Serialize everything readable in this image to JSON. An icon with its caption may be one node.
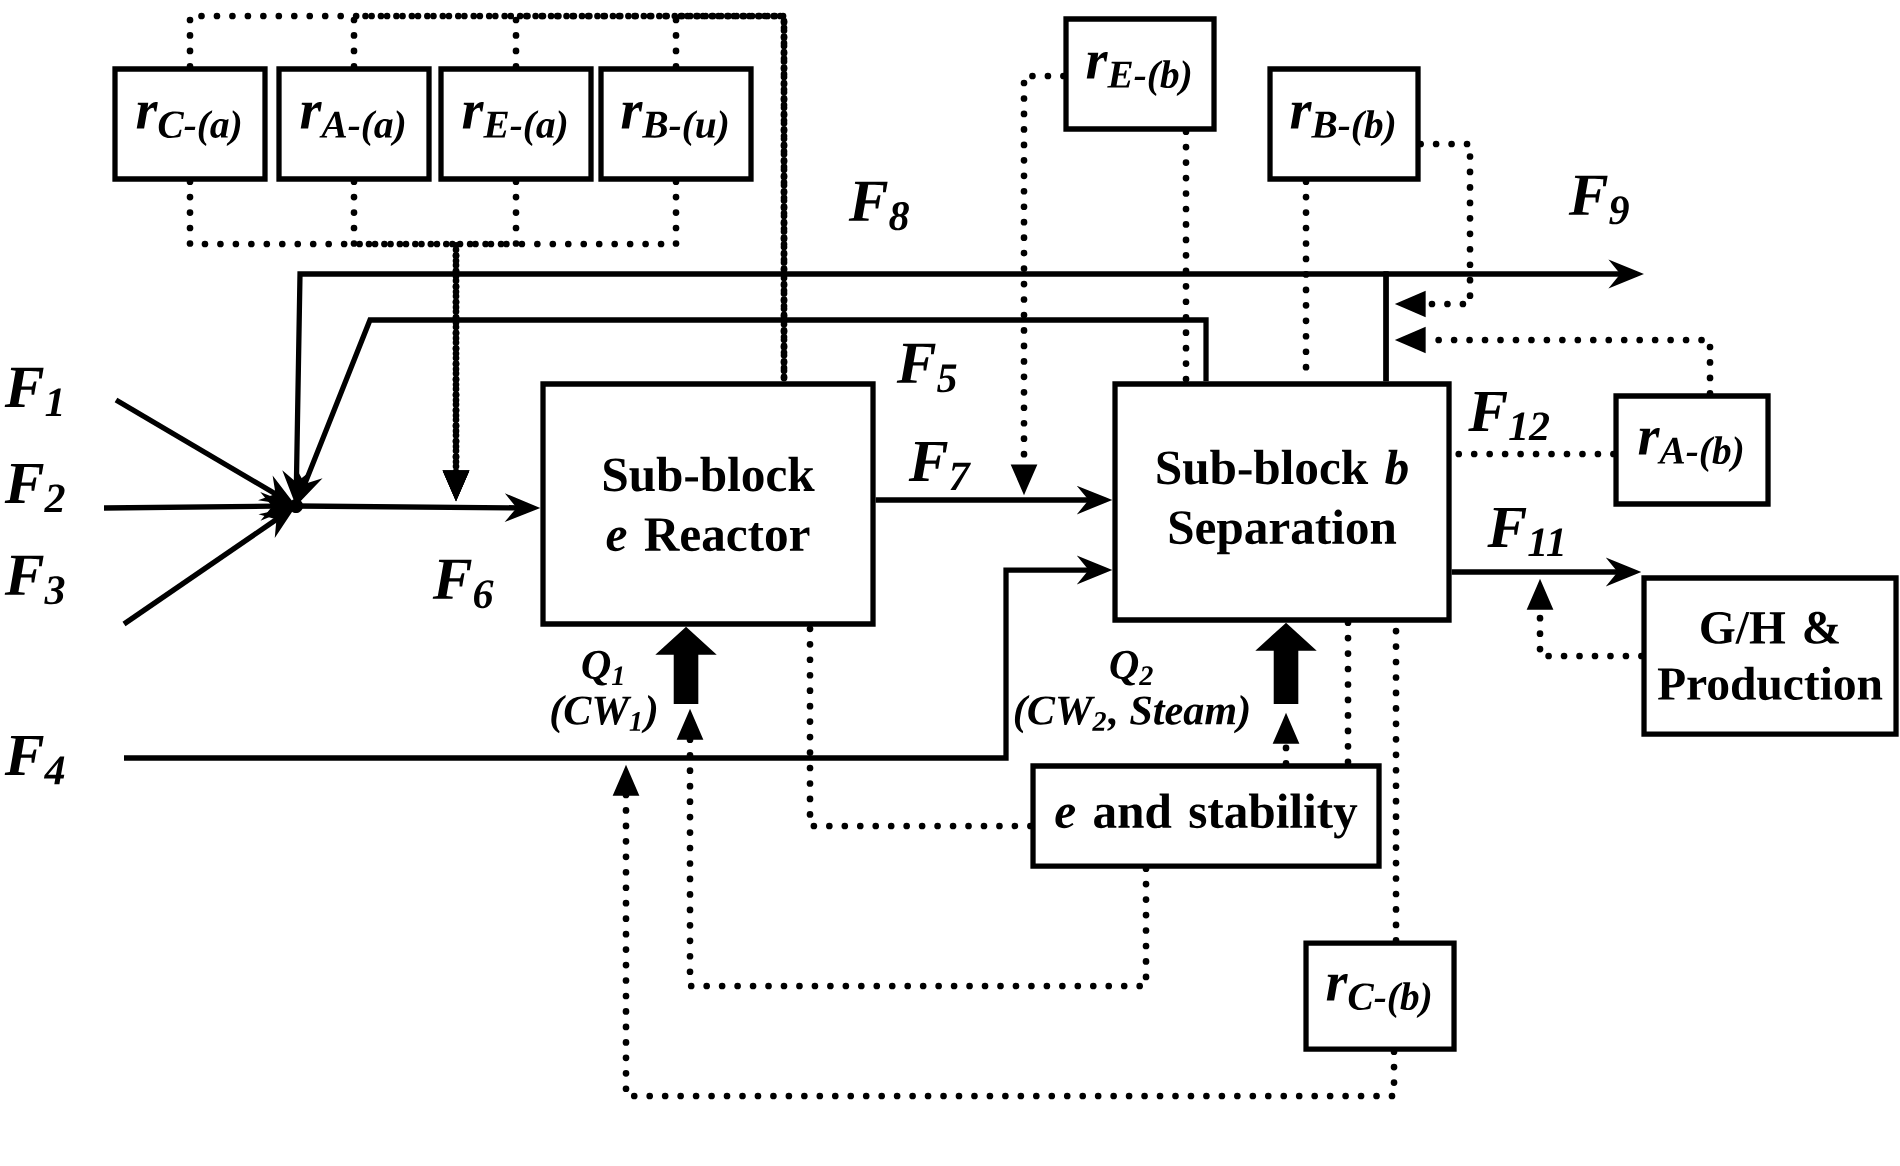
{
  "diagram": {
    "nodes": [
      {
        "text": [
          "r$_{C-(a)}$"
        ]
      },
      {
        "text": [
          "r$_{A-(a)}$"
        ]
      },
      {
        "text": [
          "r$_{E-(a)}$"
        ]
      },
      {
        "text": [
          "r$_{B-(u)}$"
        ]
      },
      {
        "text": [
          "r$_{E-(b)}$"
        ]
      },
      {
        "text": [
          "r$_{B-(b)}$"
        ]
      },
      {
        "text": [
          "Sub-block *e* Reactor"
        ]
      },
      {
        "text": [
          "Sub-block *b* Separation"
        ]
      },
      {
        "text": [
          "r$_{A-(b)}$"
        ]
      },
      {
        "text": [
          "G/H & Production"
        ]
      },
      {
        "text": [
          "*e* and stability"
        ]
      },
      {
        "text": [
          "r$_{C-(b)}$"
        ]
      },
      {
        "text": [],
        "shape": "point"
      }
    ],
    "edges": [
      {
        "from": null,
        "to": 12,
        "arrow": "to",
        "label": "F$_{1}$"
      },
      {
        "from": null,
        "to": 12,
        "arrow": "to",
        "label": "F$_{2}$"
      },
      {
        "from": null,
        "to": 12,
        "arrow": "to",
        "label": "F$_{3}$"
      },
      {
        "from": 12,
        "to": 6,
        "arrow": "to",
        "label": "F$_{6}$"
      },
      {
        "from": 6,
        "to": 7,
        "arrow": "to",
        "label": "F$_{7}$"
      },
      {
        "from": 7,
        "to": 12,
        "arrow": "to",
        "label": "F$_{5}$"
      },
      {
        "from": 7,
        "to": 12,
        "arrow": "to",
        "label": "F$_{8}$"
      },
      {
        "from": 7,
        "to": null,
        "arrow": "to",
        "label": "F$_{9}$"
      },
      {
        "from": null,
        "to": 7,
        "arrow": "to",
        "label": "F$_{4}$"
      },
      {
        "from": 7,
        "to": 9,
        "arrow": "to",
        "label": "F$_{11}$"
      },
      {
        "from": null,
        "to": 6,
        "arrow": "to",
        "label": "Q$_{1}$ (CW$_{1}$)",
        "style": "thick"
      },
      {
        "from": null,
        "to": 7,
        "arrow": "to",
        "label": "Q$_{2}$ (CW$_{2}$, Steam)",
        "style": "thick"
      },
      {
        "from": 0,
        "to": 6,
        "arrow": "none",
        "style": "dashed"
      },
      {
        "from": 1,
        "to": 6,
        "arrow": "none",
        "style": "dashed"
      },
      {
        "from": 2,
        "to": 6,
        "arrow": "none",
        "style": "dashed"
      },
      {
        "from": 3,
        "to": 6,
        "arrow": "none",
        "style": "dashed"
      },
      {
        "from": 0,
        "to": null,
        "arrow": "to",
        "style": "dashed"
      },
      {
        "from": 1,
        "to": null,
        "arrow": "to",
        "style": "dashed"
      },
      {
        "from": 2,
        "to": null,
        "arrow": "to",
        "style": "dashed"
      },
      {
        "from": 3,
        "to": null,
        "arrow": "to",
        "style": "dashed"
      },
      {
        "from": 4,
        "to": null,
        "arrow": "to",
        "style": "dashed"
      },
      {
        "from": 4,
        "to": 7,
        "arrow": "none",
        "style": "dashed"
      },
      {
        "from": 5,
        "to": 7,
        "arrow": "none",
        "style": "dashed"
      },
      {
        "from": 5,
        "to": null,
        "arrow": "to",
        "style": "dashed"
      },
      {
        "from": 8,
        "to": null,
        "arrow": "to",
        "style": "dashed"
      },
      {
        "from": 8,
        "to": 7,
        "arrow": "none",
        "style": "dashed"
      },
      {
        "from": 9,
        "to": null,
        "arrow": "to",
        "style": "dashed"
      },
      {
        "from": 10,
        "to": 6,
        "arrow": "none",
        "style": "dashed"
      },
      {
        "from": 10,
        "to": null,
        "arrow": "to",
        "style": "dashed"
      },
      {
        "from": 10,
        "to": null,
        "arrow": "to",
        "style": "dashed"
      },
      {
        "from": 7,
        "to": 10,
        "arrow": "none",
        "style": "dashed"
      },
      {
        "from": 11,
        "to": 7,
        "arrow": "none",
        "style": "dashed"
      },
      {
        "from": 11,
        "to": null,
        "arrow": "to",
        "style": "dashed"
      }
    ],
    "labels": [
      "F$_{12}$"
    ]
  }
}
